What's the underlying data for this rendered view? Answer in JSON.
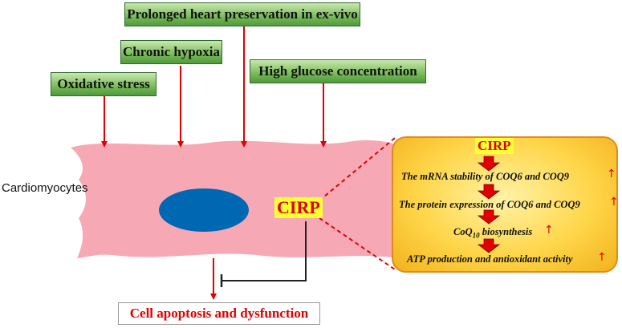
{
  "stressors": {
    "prolonged": "Prolonged heart preservation in ex-vivo",
    "hypoxia": "Chronic hypoxia",
    "glucose": "High glucose concentration",
    "oxidative": "Oxidative stress"
  },
  "cell_label": "Cardiomyocytes",
  "cirp_label": "CIRP",
  "outcome": "Cell apoptosis and dysfunction",
  "mechanism": {
    "title": "CIRP",
    "steps": [
      "The mRNA stability of COQ6 and COQ9",
      "The protein  expression of COQ6 and COQ9",
      "CoQ10 biosynthesis",
      "ATP production and antioxidant activity"
    ],
    "coq_base": "CoQ",
    "coq_sub": "10",
    "coq_rest": " biosynthesis",
    "increase_icon": "up-arrow-icon"
  },
  "colors": {
    "arrow_red": "#e00000",
    "cell_pink": "#f6a9b4",
    "nucleus_blue": "#0068b3",
    "box_green": "#6fb34f",
    "panel_yellow": "#ffd64a"
  }
}
